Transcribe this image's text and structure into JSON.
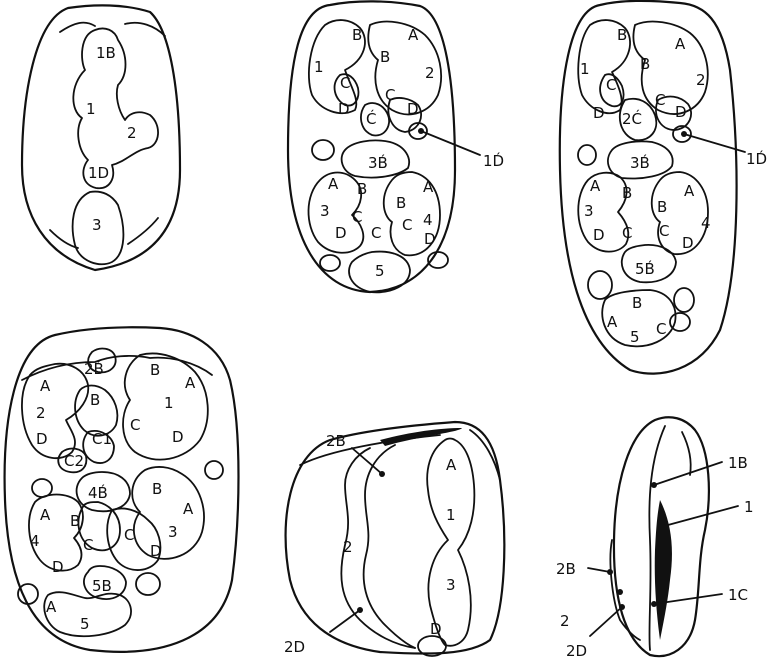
{
  "figure": {
    "teeth": [
      {
        "id": "a",
        "labels": [
          "1B",
          "1",
          "2",
          "1D",
          "3"
        ]
      },
      {
        "id": "b",
        "labels": [
          "B",
          "A",
          "1",
          "B",
          "2",
          "C",
          "C",
          "Ć",
          "D",
          "D",
          "1D́",
          "3B́",
          "A",
          "B",
          "B",
          "A",
          "3",
          "C",
          "4",
          "D",
          "C",
          "C",
          "D",
          "5"
        ]
      },
      {
        "id": "c",
        "labels": [
          "B",
          "A",
          "1",
          "C",
          "B",
          "2",
          "C",
          "2Ć",
          "D",
          "D",
          "1D́",
          "3B́",
          "A",
          "B",
          "A",
          "3",
          "B",
          "4",
          "C",
          "D",
          "C",
          "D",
          "5B́",
          "B",
          "A",
          "5",
          "C"
        ]
      },
      {
        "id": "d",
        "labels": [
          "2B́",
          "B",
          "A",
          "A",
          "B",
          "1",
          "2",
          "C",
          "D",
          "C1",
          "D",
          "C2",
          "4B́",
          "B",
          "A",
          "B",
          "A",
          "4",
          "C",
          "C",
          "3",
          "D",
          "D",
          "5B",
          "A",
          "5"
        ]
      },
      {
        "id": "e",
        "labels": [
          "2B",
          "A",
          "1",
          "2",
          "3",
          "D",
          "2D"
        ]
      },
      {
        "id": "f",
        "labels": [
          "1B",
          "1",
          "2B",
          "1C",
          "2",
          "2D"
        ]
      }
    ]
  }
}
